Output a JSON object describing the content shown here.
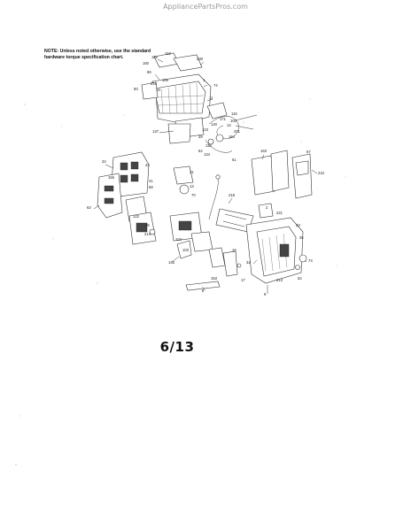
{
  "watermark": "AppliancePartsPros.com",
  "note": {
    "label": "NOTE:",
    "text": "Unless noted otherwise, use the standard hardware torque specification chart."
  },
  "page_number": "6/13",
  "diagram": {
    "part_numbers": [
      "162",
      "152",
      "160",
      "230",
      "86",
      "1",
      "165",
      "74",
      "11",
      "215",
      "19",
      "50",
      "137",
      "115",
      "171",
      "100",
      "14",
      "120",
      "123",
      "201",
      "39",
      "164",
      "163",
      "67",
      "210",
      "62",
      "118",
      "61",
      "134",
      "43",
      "34",
      "156",
      "41",
      "58",
      "63",
      "31",
      "13",
      "218",
      "70",
      "122",
      "78",
      "214",
      "104",
      "103",
      "145",
      "2",
      "221",
      "23",
      "35",
      "32",
      "17",
      "9",
      "73",
      "52",
      "16",
      "153",
      "213",
      "8"
    ]
  }
}
